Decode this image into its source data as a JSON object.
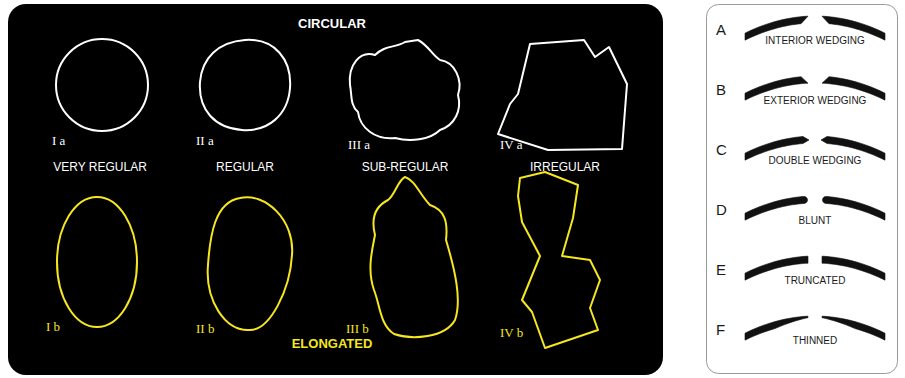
{
  "diagram": {
    "labels": [
      "CIRCULAR",
      "I a",
      "II a",
      "III a",
      "IV a",
      "VERY REGULAR",
      "REGULAR",
      "SUB-REGULAR",
      "IRREGULAR",
      "I b",
      "II b",
      "III b",
      "IV b",
      "ELONGATED",
      "A",
      "INTERIOR WEDGING",
      "B",
      "EXTERIOR WEDGING",
      "C",
      "DOUBLE WEDGING",
      "D",
      "BLUNT",
      "E",
      "TRUNCATED",
      "F",
      "THINNED"
    ]
  }
}
